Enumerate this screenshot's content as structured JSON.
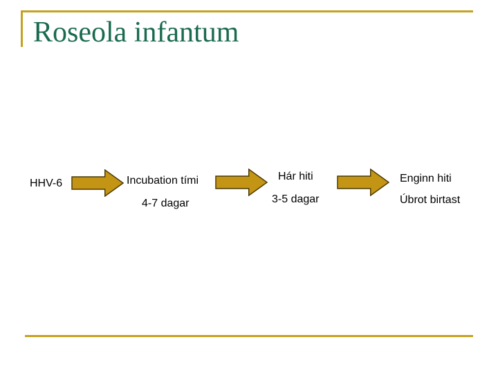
{
  "slide": {
    "title": "Roseola infantum",
    "colors": {
      "accent_gold": "#C4A11E",
      "arrow_fill": "#C49514",
      "arrow_outline": "#4A3A05",
      "title_green": "#1A6B4E",
      "body_text": "#000000"
    },
    "diagram": {
      "start_label": "HHV-6",
      "arrow_icon": "right-block-arrow",
      "stages": [
        {
          "label": "Incubation tími",
          "sublabel": "4-7 dagar"
        },
        {
          "label": "Hár hiti",
          "sublabel": "3-5 dagar"
        },
        {
          "label": "Enginn hiti",
          "sublabel": "Úbrot birtast"
        }
      ]
    }
  }
}
